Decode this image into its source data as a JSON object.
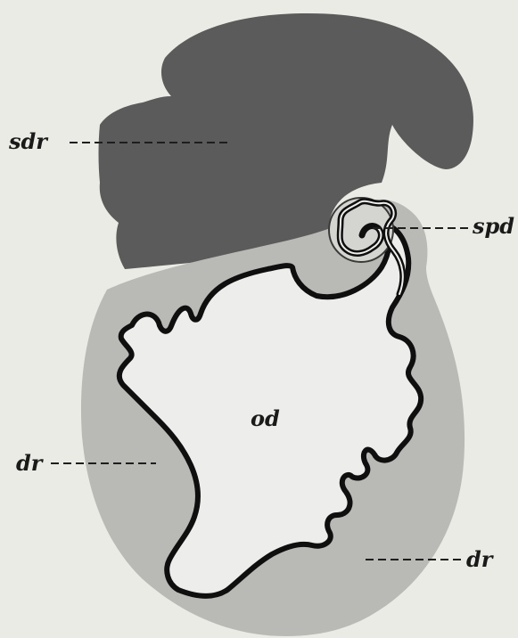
{
  "labels": {
    "sdr": "sdr",
    "spd": "spd",
    "od": "od",
    "dr_left": "dr",
    "dr_right": "dr"
  },
  "colors": {
    "paper": "#ebebe6",
    "dark_gland": "#5b5b5b",
    "light_gland": "#b9b9b6",
    "duct_lumen": "#ededeb",
    "outline": "#0f0f0f"
  }
}
